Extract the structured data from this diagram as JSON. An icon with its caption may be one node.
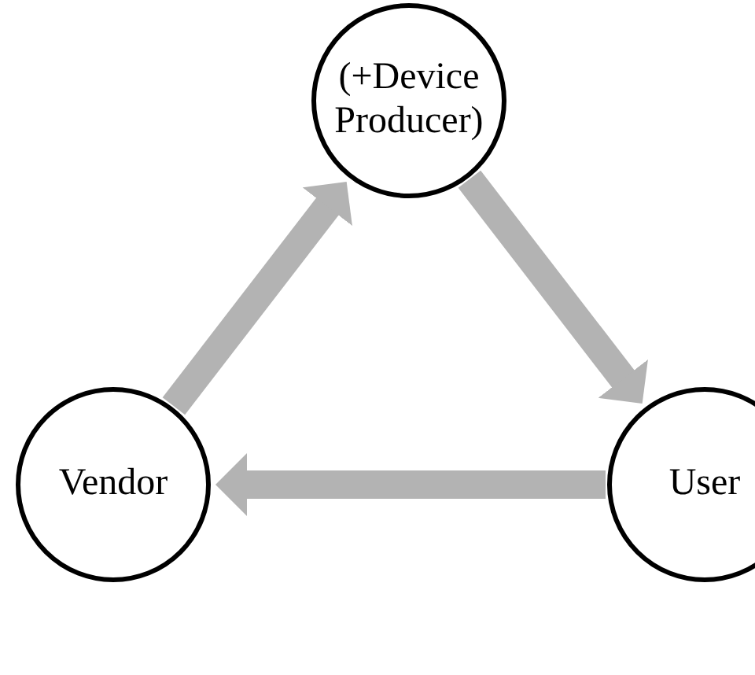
{
  "diagram": {
    "nodes": [
      {
        "text": [
          "(+Device Producer)"
        ]
      },
      {
        "text": [
          "Vendor"
        ]
      },
      {
        "text": [
          "User"
        ]
      }
    ],
    "edges": [
      {
        "from": 0,
        "to": 2,
        "arrow": "to"
      },
      {
        "from": 2,
        "to": 1,
        "arrow": "to"
      },
      {
        "from": 1,
        "to": 0,
        "arrow": "to"
      }
    ]
  }
}
